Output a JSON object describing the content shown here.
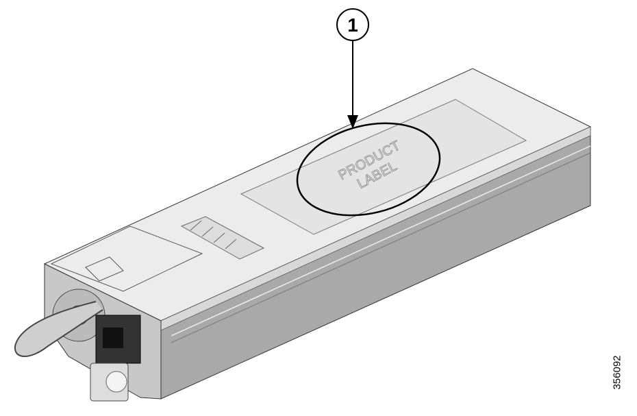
{
  "callout": {
    "number": "1"
  },
  "label_text": {
    "line1": "PRODUCT",
    "line2": "LABEL"
  },
  "figure_id": "356092",
  "colors": {
    "top_face": "#ececec",
    "side_face": "#a9a9a9",
    "front_face": "#c8c8c8",
    "outline": "#000000"
  }
}
